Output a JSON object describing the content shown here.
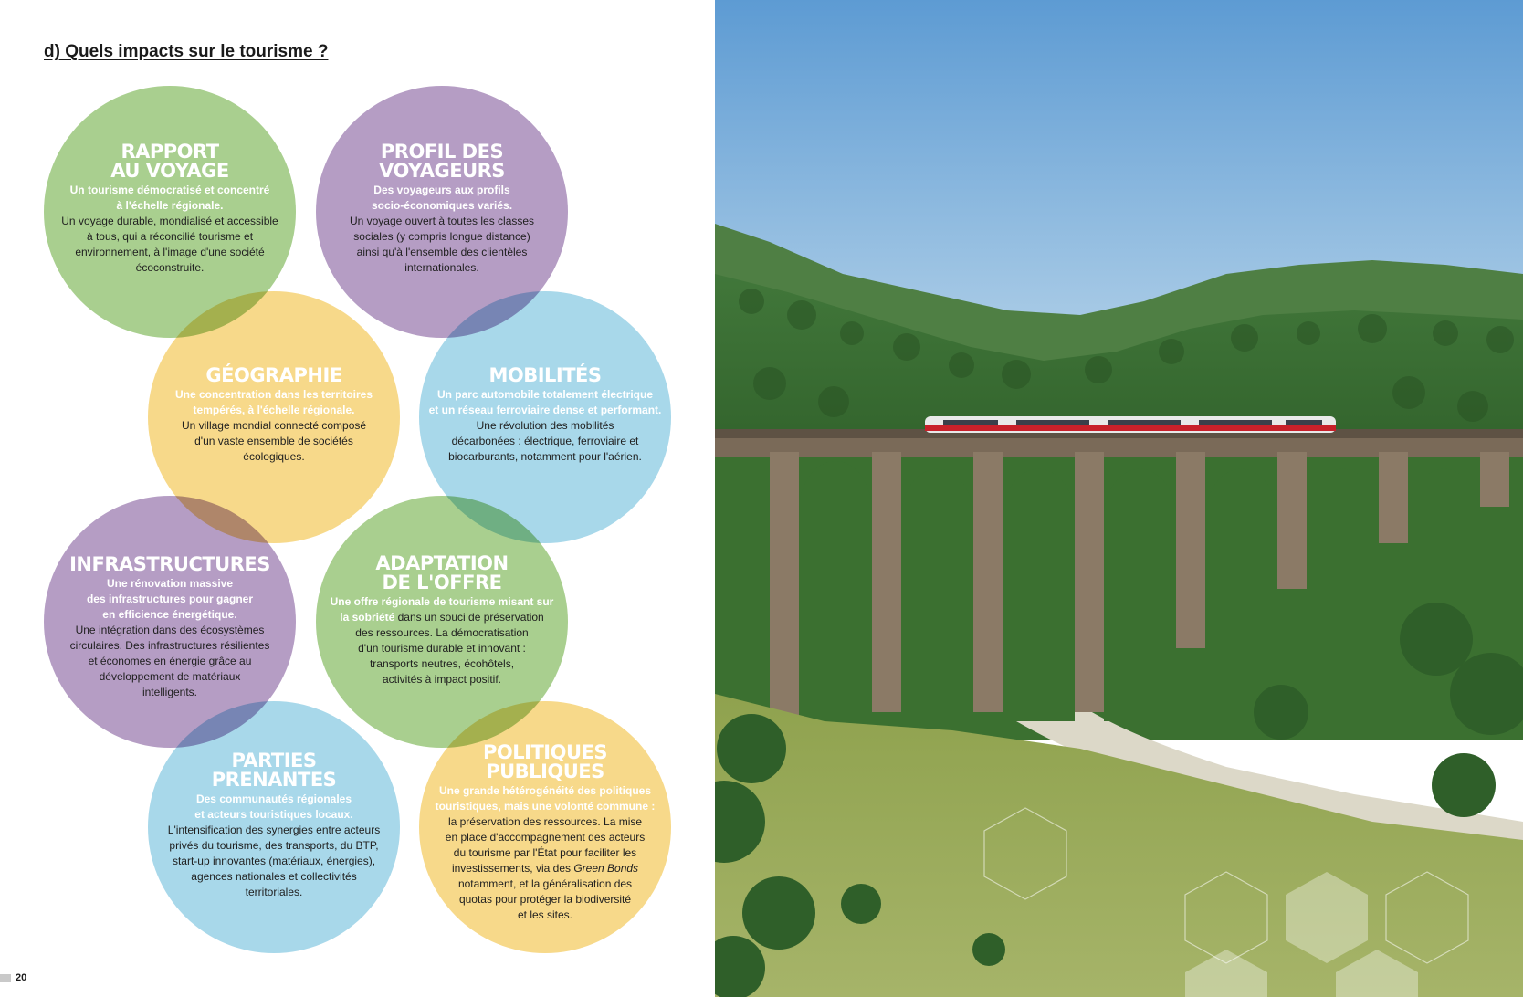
{
  "section_title": "d) Quels impacts sur le tourisme ?",
  "page_number": "20",
  "bubbles": [
    {
      "title": "RAPPORT\nAU VOYAGE",
      "lead": "Un tourisme démocratisé et concentré\nà l'échelle régionale.",
      "body": "Un voyage durable, mondialisé et accessible\nà tous, qui a réconcilié tourisme et\nenvironnement, à l'image d'une société\nécoconstruite."
    },
    {
      "title": "PROFIL DES\nVOYAGEURS",
      "lead": "Des voyageurs aux profils\nsocio-économiques variés.",
      "body": "Un voyage ouvert à toutes les classes\nsociales (y compris longue distance)\nainsi qu'à l'ensemble des clientèles\ninternationales."
    },
    {
      "title": "GÉOGRAPHIE",
      "lead": "Une concentration dans les territoires\ntempérés, à l'échelle régionale.",
      "body": "Un village mondial connecté composé\nd'un vaste ensemble de sociétés\nécologiques."
    },
    {
      "title": "MOBILITÉS",
      "lead": "Un parc automobile totalement électrique\net un réseau ferroviaire dense et performant.",
      "body": "Une révolution des mobilités\ndécarbonées : électrique, ferroviaire et\nbiocarburants, notamment pour l'aérien."
    },
    {
      "title": "INFRASTRUCTURES",
      "lead": "Une rénovation massive\ndes infrastructures pour gagner\nen efficience énergétique.",
      "body": "Une intégration dans des écosystèmes\ncirculaires. Des infrastructures résilientes\net économes en énergie grâce au\ndéveloppement de matériaux\nintelligents."
    },
    {
      "title": "ADAPTATION\nDE L'OFFRE",
      "lead": "Une offre régionale de tourisme misant sur\nla sobriété",
      "body": " dans un souci de préservation\ndes ressources. La démocratisation\nd'un tourisme durable et innovant :\ntransports neutres, écohôtels,\nactivités à impact positif."
    },
    {
      "title": "PARTIES\nPRENANTES",
      "lead": "Des communautés régionales\net acteurs touristiques locaux.",
      "body": "L'intensification des synergies entre acteurs\nprivés du tourisme, des transports, du BTP,\nstart-up innovantes (matériaux, énergies),\nagences nationales et collectivités\nterritoriales."
    },
    {
      "title": "POLITIQUES\nPUBLIQUES",
      "lead": "Une grande hétérogénéité des politiques\ntouristiques, mais une volonté commune :",
      "body_start": "\nla préservation des ressources. La mise\nen place d'accompagnement des acteurs\ndu tourisme par l'État pour faciliter les\ninvestissements, via des ",
      "body_italic": "Green Bonds",
      "body_end": "\nnotamment, et la généralisation des\nquotas pour protéger la biodiversité\net les sites."
    }
  ],
  "colors": {
    "green": "#a9cf8f",
    "purple": "#b59dc4",
    "yellow": "#f7d98a",
    "blue": "#a8d8ea",
    "sky": "#6fa6d6",
    "forest": "#3e7a2e",
    "viaduct": "#8b7a66",
    "train_red": "#c8202a"
  },
  "photo_icon": "landscape-photo"
}
